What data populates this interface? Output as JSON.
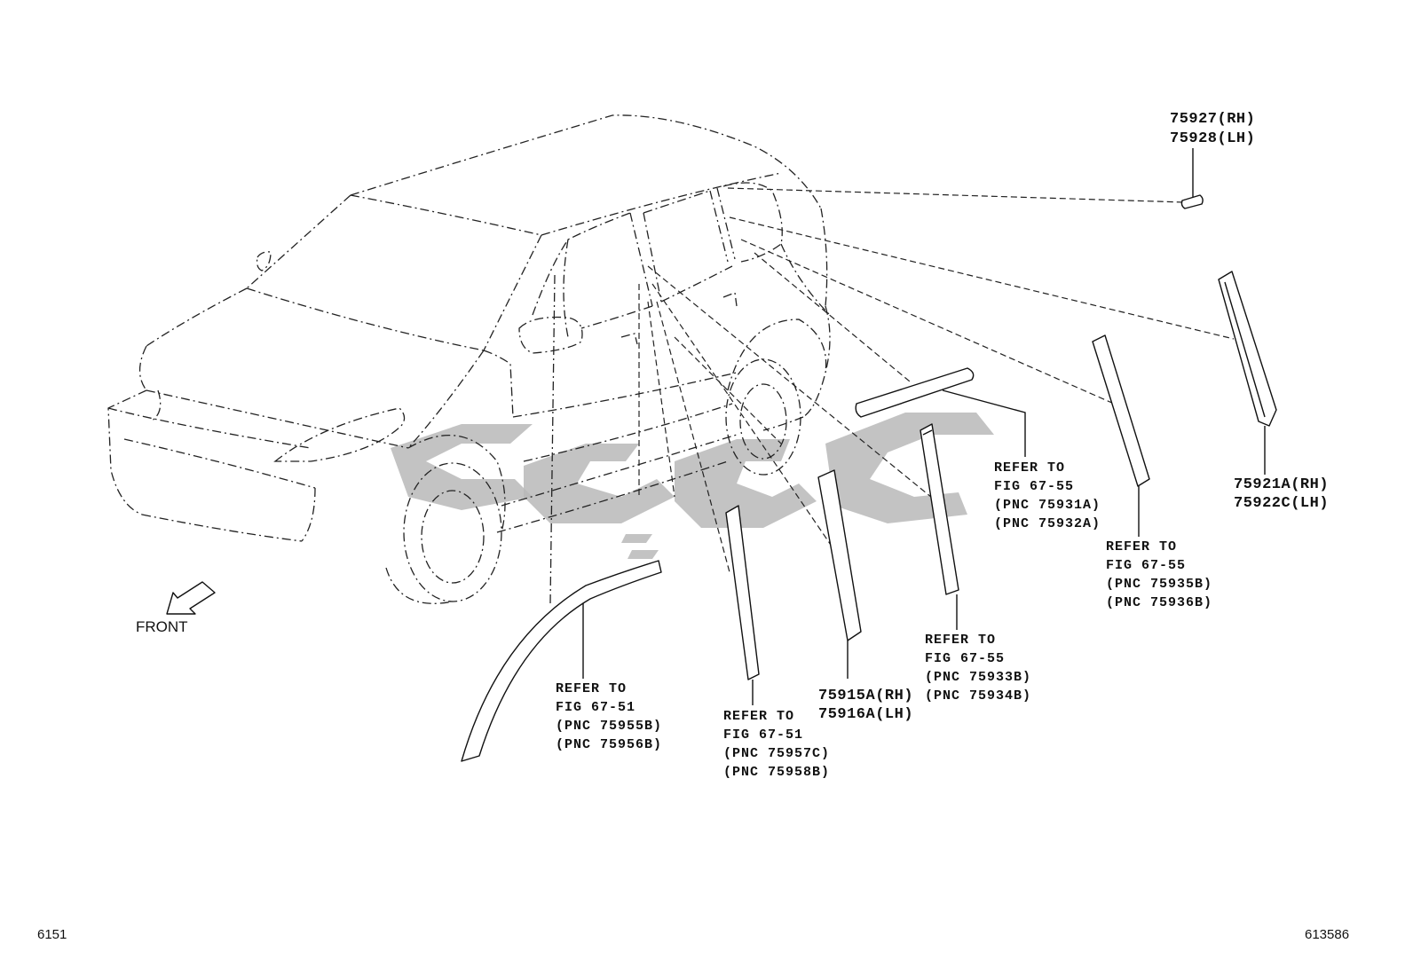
{
  "diagram": {
    "front_label": "FRONT",
    "sheet_number": "6151",
    "figure_code": "613586",
    "callouts": {
      "roof_pillar": {
        "line1": "75927(RH)",
        "line2": "75928(LH)"
      },
      "rear_pillar": {
        "line1": "75921A(RH)",
        "line2": "75922C(LH)"
      },
      "center_pillar": {
        "line1": "75915A(RH)",
        "line2": "75916A(LH)"
      },
      "belt_moulding": {
        "line1": "REFER TO",
        "line2": "FIG 67-55",
        "line3": "(PNC 75931A)",
        "line4": "(PNC 75932A)"
      },
      "rear_door_rear": {
        "line1": "REFER TO",
        "line2": "FIG 67-55",
        "line3": "(PNC 75935B)",
        "line4": "(PNC 75936B)"
      },
      "rear_door_front": {
        "line1": "REFER TO",
        "line2": "FIG 67-55",
        "line3": "(PNC 75933B)",
        "line4": "(PNC 75934B)"
      },
      "front_door_front": {
        "line1": "REFER TO",
        "line2": "FIG 67-51",
        "line3": "(PNC 75955B)",
        "line4": "(PNC 75956B)"
      },
      "front_door_rear": {
        "line1": "REFER TO",
        "line2": "FIG 67-51",
        "line3": "(PNC 75957C)",
        "line4": "(PNC 75958B)"
      }
    }
  }
}
